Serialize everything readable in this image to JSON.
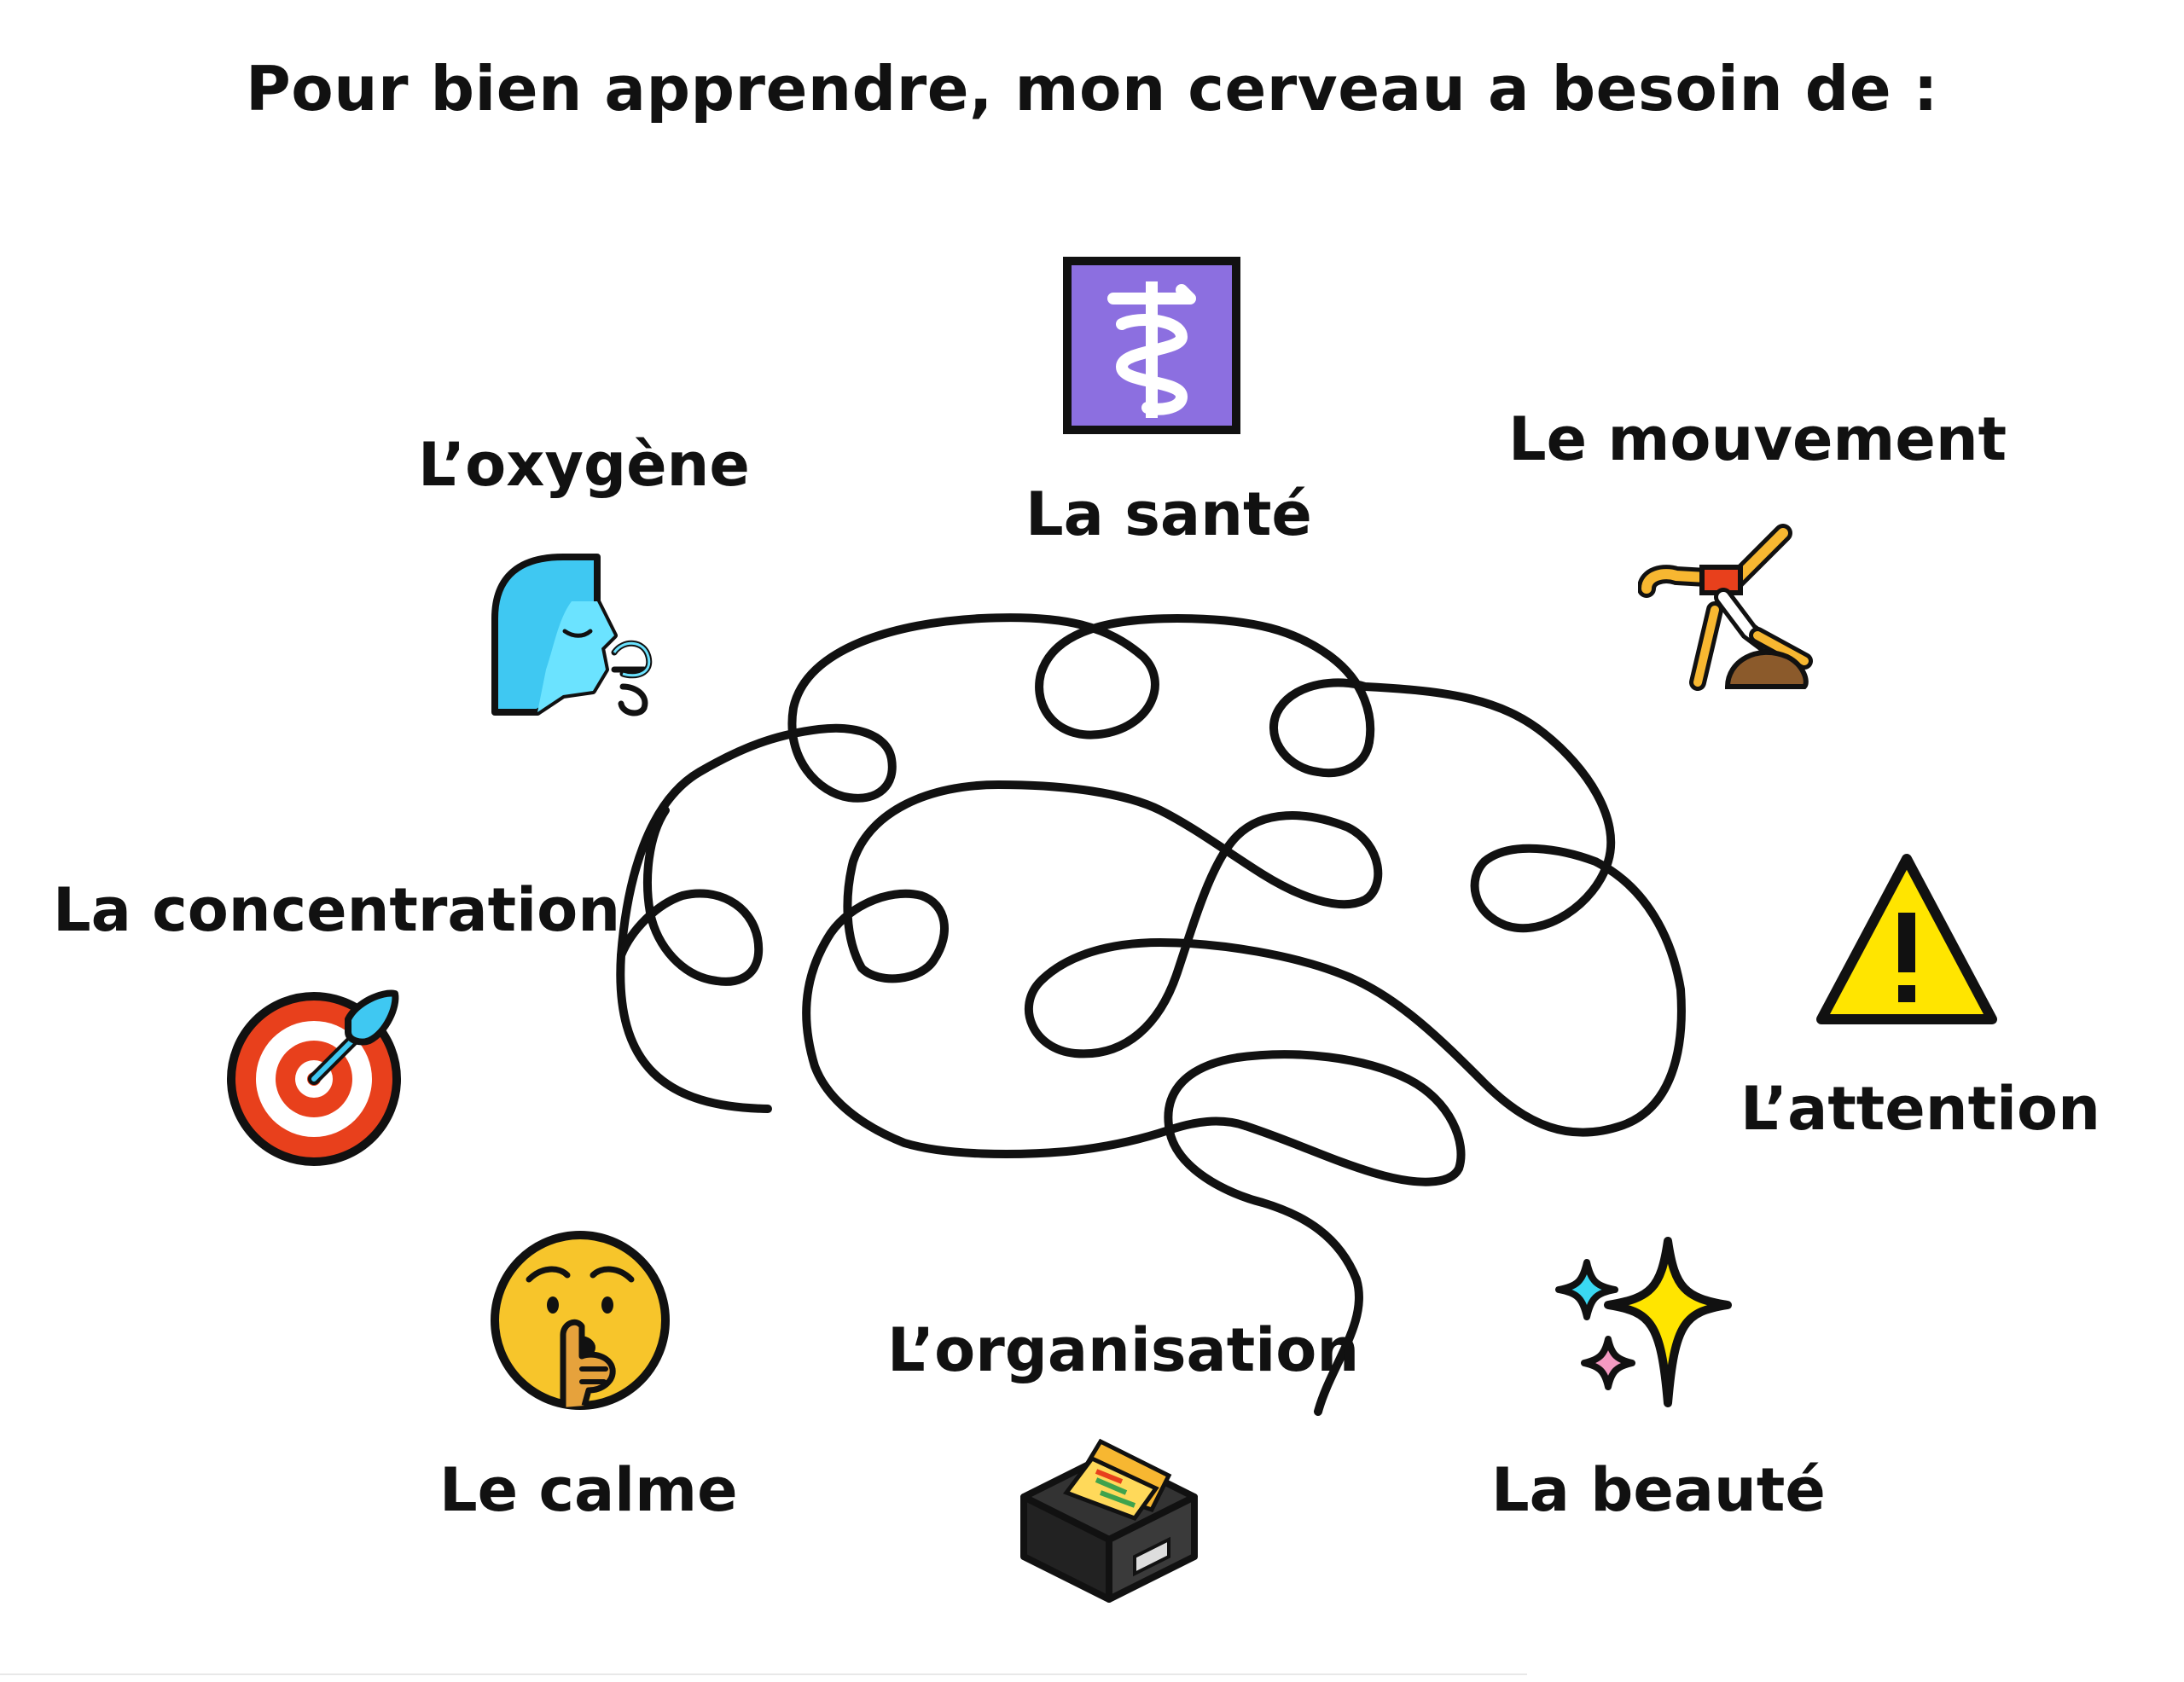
{
  "title": "Pour bien apprendre, mon cerveau a besoin de :",
  "needs": {
    "oxygen": {
      "label": "L’oxygène",
      "icon": "face-exhaling-icon"
    },
    "health": {
      "label": "La santé",
      "icon": "medical-symbol-icon"
    },
    "movement": {
      "label": "Le mouvement",
      "icon": "cartwheel-icon"
    },
    "concentration": {
      "label": "La concentration",
      "icon": "bullseye-dart-icon"
    },
    "attention": {
      "label": "L’attention",
      "icon": "warning-sign-icon"
    },
    "calm": {
      "label": "Le calme",
      "icon": "shushing-face-icon"
    },
    "organization": {
      "label": "L’organisation",
      "icon": "card-file-box-icon"
    },
    "beauty": {
      "label": "La beauté",
      "icon": "sparkles-icon"
    }
  },
  "colors": {
    "ink": "#111111",
    "health_purple": "#8C6FE0",
    "oxygen_blue": "#3FC8F2",
    "warning_yellow": "#FFE500",
    "target_red": "#E8401C",
    "face_yellow": "#F7C52B",
    "sparkle_yellow": "#FFE500",
    "sparkle_cyan": "#3AD8F2",
    "sparkle_pink": "#F49AC2"
  }
}
